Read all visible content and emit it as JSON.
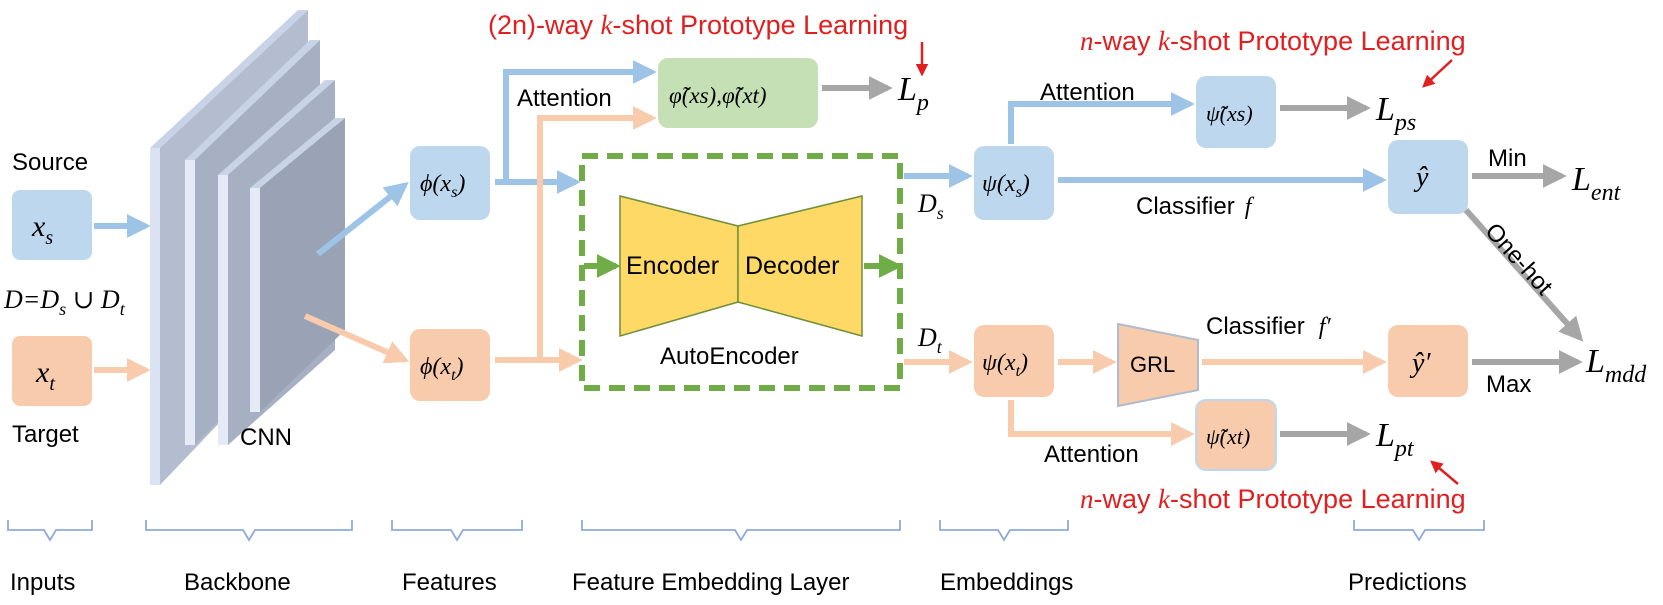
{
  "inputs": {
    "source_label": "Source",
    "source_var": "x",
    "source_sub": "s",
    "target_label": "Target",
    "target_var": "x",
    "target_sub": "t",
    "domain_eq": "D=D",
    "domain_sub_s": "s",
    "domain_union": " ∪ D",
    "domain_sub_t": "t"
  },
  "backbone": {
    "cnn_label": "CNN"
  },
  "features": {
    "source_main": "ϕ(x",
    "source_sub": "s",
    "source_close": ")",
    "target_main": "ϕ(x",
    "target_sub": "t",
    "target_close": ")"
  },
  "prototype": {
    "top_heading_prefix": "(2n)-way ",
    "top_heading_k": "k",
    "top_heading_suffix": "-shot Prototype Learning",
    "attention_label": "Attention",
    "proto_box_text": "φ̃(xs),φ̃(xt)",
    "loss_main": "L",
    "loss_sub": "p"
  },
  "autoencoder": {
    "encoder_label": "Encoder",
    "decoder_label": "Decoder",
    "name": "AutoEncoder",
    "ds_label": "D",
    "ds_sub": "s",
    "dt_label": "D",
    "dt_sub": "t"
  },
  "embeddings": {
    "source_main": "ψ(x",
    "source_sub": "s",
    "source_close": ")",
    "target_main": "ψ(x",
    "target_sub": "t",
    "target_close": ")"
  },
  "right": {
    "n_heading_top_n": "n",
    "n_heading_top_mid": "-way ",
    "n_heading_top_k": "k",
    "n_heading_top_suffix": "-shot Prototype Learning",
    "n_heading_bot_n": "n",
    "n_heading_bot_mid": "-way ",
    "n_heading_bot_k": "k",
    "n_heading_bot_suffix": "-shot Prototype Learning",
    "attention_top": "Attention",
    "attention_bottom": "Attention",
    "psi_s_tilde": "ψ̃(xs)",
    "psi_t_tilde": "ψ̃(xt)",
    "lps_main": "L",
    "lps_sub": "ps",
    "lpt_main": "L",
    "lpt_sub": "pt",
    "classifier_f": "Classifier",
    "classifier_f_var": "f",
    "classifier_f2": "Classifier",
    "classifier_f2_var": "f′",
    "grl": "GRL",
    "yhat": "ŷ",
    "yhat_prime": "ŷ′",
    "min_label": "Min",
    "max_label": "Max",
    "onehot_label": "One-hot",
    "lent_main": "L",
    "lent_sub": "ent",
    "lmdd_main": "L",
    "lmdd_sub": "mdd"
  },
  "sections": [
    "Inputs",
    "Backbone",
    "Features",
    "Feature Embedding Layer",
    "Embeddings",
    "Predictions"
  ],
  "colors": {
    "blue_box": "#bdd7ee",
    "orange_box": "#f8cbad",
    "green_box": "#c5e0b4",
    "yellow": "#ffd966",
    "blue_arrow": "#9dc3e6",
    "orange_arrow": "#f8cbad",
    "gray_arrow": "#a6a6a6",
    "green_dash": "#70ad47",
    "red": "#e02020",
    "bracket": "#8ea9db"
  }
}
